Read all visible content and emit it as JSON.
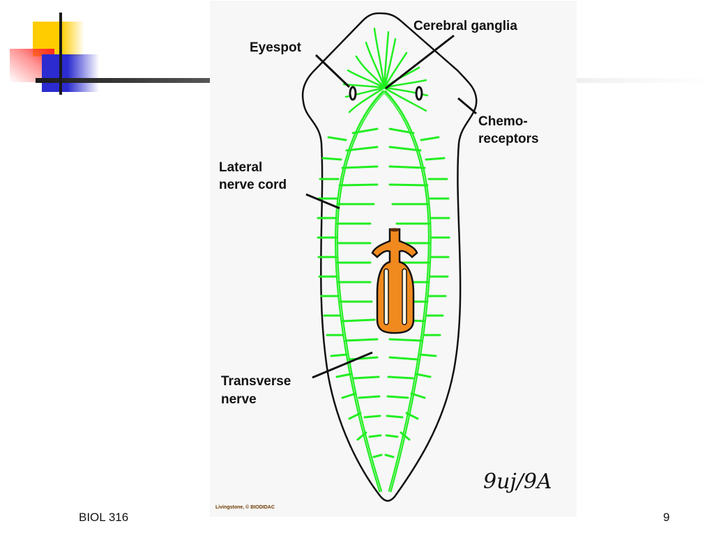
{
  "slide": {
    "footer_left": "BIOL 316",
    "page_number": "9"
  },
  "figure": {
    "subject": "Planarian nervous system",
    "labels": {
      "cerebral_ganglia": "Cerebral ganglia",
      "eyespot": "Eyespot",
      "chemo_line1": "Chemo-",
      "chemo_line2": "receptors",
      "lateral_line1": "Lateral",
      "lateral_line2": "nerve cord",
      "transverse_line1": "Transverse",
      "transverse_line2": "nerve"
    },
    "credit": "Livingstone, © BIODIDAC",
    "signature": "9uj/9A",
    "colors": {
      "nerve": "#22ee22",
      "pharynx": "#f08a1e",
      "outline": "#111111",
      "background": "#f7f7f7"
    }
  },
  "decor": {
    "colors": {
      "yellow": "#ffcc00",
      "red": "#ff2020",
      "blue": "#2b2bd0",
      "line": "#1a1a1a"
    }
  }
}
